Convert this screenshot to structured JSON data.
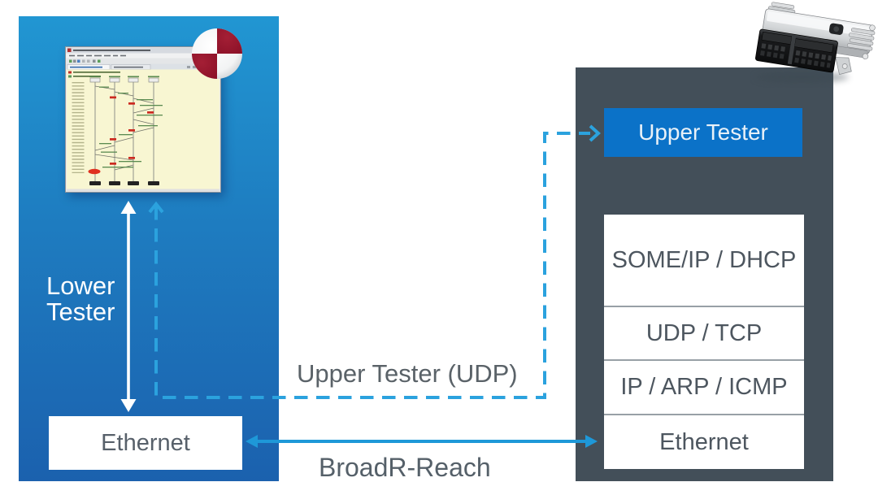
{
  "left_panel": {
    "lower_tester_line1": "Lower",
    "lower_tester_line2": "Tester",
    "ethernet_label": "Ethernet"
  },
  "right_panel": {
    "upper_tester_label": "Upper Tester",
    "layers": [
      "SOME/IP / DHCP",
      "UDP / TCP",
      "IP / ARP / ICMP",
      "Ethernet"
    ]
  },
  "connections": {
    "upper_tester_udp_label": "Upper Tester (UDP)",
    "broadr_reach_label": "BroadR-Reach"
  },
  "icons": {
    "trace_window": "sequence-trace-window",
    "vector_logo": "vector-logo",
    "ecu": "ecu-photo"
  },
  "colors": {
    "panel_blue_top": "#2196d2",
    "panel_blue_bottom": "#1b61ae",
    "panel_dark": "#434f59",
    "upper_tester_blue": "#0b72c8",
    "arrow_blue": "#2b9fd9",
    "label_gray": "#5a6268"
  }
}
